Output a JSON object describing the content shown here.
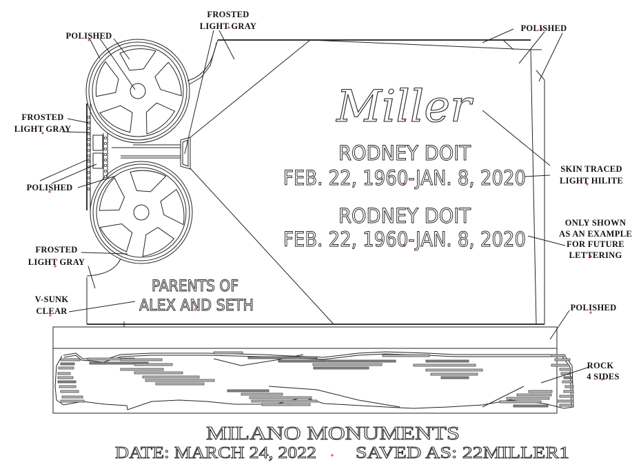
{
  "monument": {
    "family_name": "Miller",
    "person1": {
      "name": "RODNEY DOIT",
      "dates": "FEB. 22, 1960-JAN. 8, 2020"
    },
    "person2": {
      "name": "RODNEY DOIT",
      "dates": "FEB. 22, 1960-JAN. 8, 2020"
    },
    "inscription_line1": "PARENTS OF",
    "inscription_line2": "ALEX AND SETH"
  },
  "annotations": {
    "frosted_top_1": "FROSTED",
    "frosted_top_2": "LIGHT GRAY",
    "polished_reel": "POLISHED",
    "polished_top_right": "POLISHED",
    "frosted_left_1": "FROSTED",
    "frosted_left_2": "LIGHT GRAY",
    "polished_film": "POLISHED",
    "skin_traced_1": "SKIN TRACED",
    "skin_traced_2": "LIGHT HILITE",
    "only_shown_1": "ONLY SHOWN",
    "only_shown_2": "AS AN EXAMPLE",
    "only_shown_3": "FOR FUTURE",
    "only_shown_4": "LETTERING",
    "frosted_bottom_1": "FROSTED",
    "frosted_bottom_2": "LIGHT GRAY",
    "vsunk_1": "V-SUNK",
    "vsunk_2": "CLEAR",
    "polished_base": "POLISHED",
    "rock_1": "ROCK",
    "rock_2": "4 SIDES"
  },
  "footer": {
    "company": "MILANO MONUMENTS",
    "date": "DATE: MARCH 24, 2022",
    "saved_as": "SAVED AS: 22MILLER1"
  }
}
